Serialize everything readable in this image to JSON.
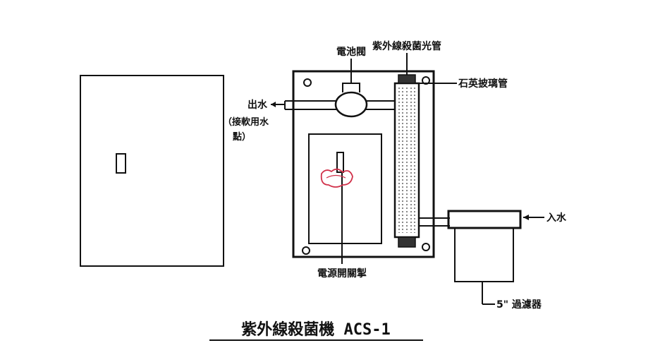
{
  "labels": {
    "solenoid_valve": "電池閥",
    "uv_lamp": "紫外線殺菌光管",
    "quartz_tube": "石英披璃管",
    "water_out_1": "出水",
    "water_out_2": "（接軟用水",
    "water_out_3": "點）",
    "water_in": "入水",
    "power_switch": "電源開關掣",
    "filter": "5\" 過濾器",
    "title": "紫外線殺菌機 ACS-1"
  },
  "colors": {
    "line": "#111111",
    "stamp": "#d1314a",
    "background": "#ffffff"
  }
}
